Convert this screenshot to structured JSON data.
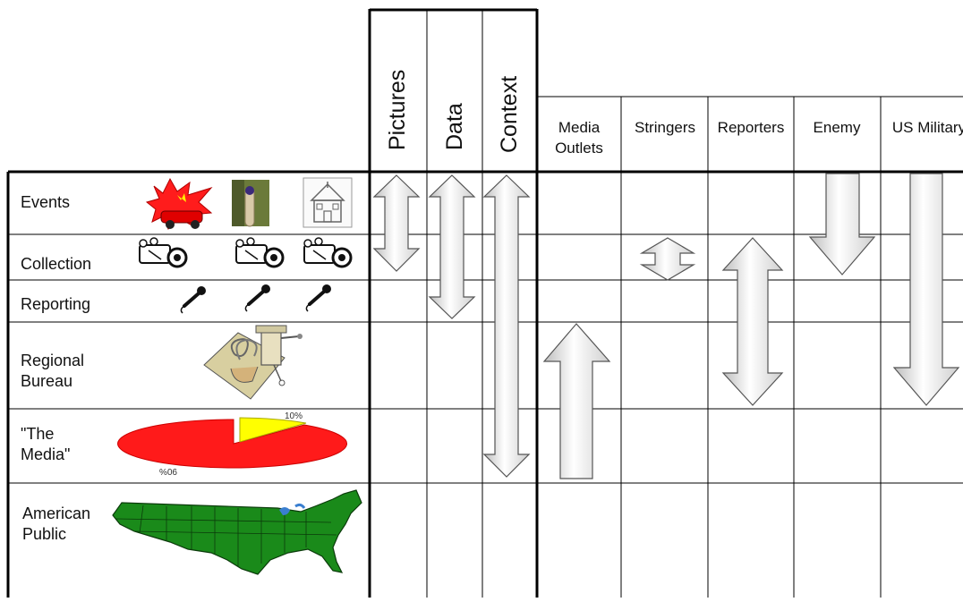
{
  "info_types": [
    "Pictures",
    "Data",
    "Context"
  ],
  "sources": [
    "Media Outlets",
    "Stringers",
    "Reporters",
    "Enemy",
    "US Military"
  ],
  "stages": [
    {
      "label": "Events",
      "icons": [
        "car-explosion-icon",
        "ink-finger-icon",
        "schoolhouse-icon"
      ]
    },
    {
      "label": "Collection",
      "icons": [
        "video-camera-icon",
        "video-camera-icon",
        "video-camera-icon"
      ]
    },
    {
      "label": "Reporting",
      "icons": [
        "microphone-icon",
        "microphone-icon",
        "microphone-icon"
      ]
    },
    {
      "label": "Regional Bureau",
      "icons": [
        "meat-grinder-icon"
      ]
    },
    {
      "label": "\"The Media\"",
      "icons": [
        "pie-chart-icon"
      ]
    },
    {
      "label": "American Public",
      "icons": [
        "us-map-icon"
      ]
    }
  ],
  "media_pie": {
    "large_label": "90%",
    "small_label": "10%",
    "large_color": "#ff1a1a",
    "small_color": "#ffff00"
  },
  "colors": {
    "arrow_fill": "#d6d6d6",
    "grid_line": "#000000",
    "map_green": "#1a8a1a"
  }
}
